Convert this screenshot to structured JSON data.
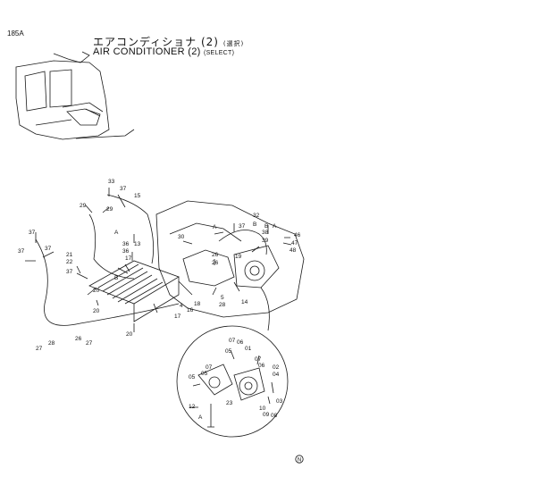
{
  "header": {
    "page_code": "185A",
    "title_jp": "エアコンディショナ (2)",
    "title_jp_note": "(選択)",
    "title_en": "AIR CONDITIONER (2)",
    "title_en_note": "(SELECT)"
  },
  "footer": {
    "mark": "N"
  },
  "labels": {
    "main": [
      "33",
      "37",
      "29",
      "29",
      "15",
      "37",
      "36",
      "36",
      "13",
      "17",
      "37",
      "37",
      "21",
      "22",
      "37",
      "A",
      "A",
      "B",
      "B",
      "26",
      "30",
      "20",
      "20",
      "20",
      "18",
      "16",
      "17",
      "27",
      "28",
      "26",
      "27",
      "32",
      "37",
      "38",
      "39",
      "B",
      "A",
      "46",
      "47",
      "48",
      "26",
      "19",
      "28",
      "14",
      "4",
      "5"
    ],
    "detail": [
      "07",
      "06",
      "01",
      "05",
      "07",
      "06",
      "07",
      "05",
      "02",
      "04",
      "05",
      "12",
      "A",
      "23",
      "10",
      "09",
      "08",
      "03"
    ]
  },
  "colors": {
    "line": "#1a1a1a",
    "background": "#ffffff"
  }
}
